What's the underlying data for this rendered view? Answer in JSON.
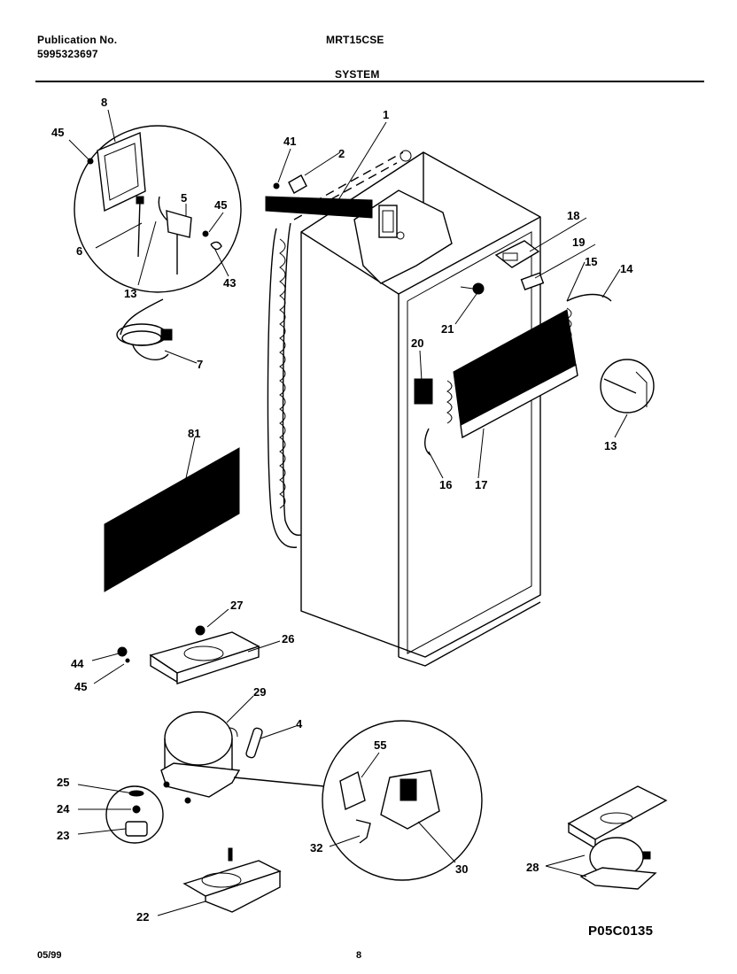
{
  "header": {
    "publication_label": "Publication No.",
    "publication_number": "5995323697",
    "model": "MRT15CSE",
    "section": "SYSTEM"
  },
  "footer": {
    "date": "05/99",
    "page": "8",
    "diagram_code": "P05C0135"
  },
  "callouts": {
    "c1": "1",
    "c2": "2",
    "c4": "4",
    "c5": "5",
    "c6": "6",
    "c7": "7",
    "c8": "8",
    "c13a": "13",
    "c13b": "13",
    "c14": "14",
    "c15": "15",
    "c16": "16",
    "c17": "17",
    "c18": "18",
    "c19": "19",
    "c20": "20",
    "c21": "21",
    "c22": "22",
    "c23": "23",
    "c24": "24",
    "c25": "25",
    "c26": "26",
    "c27": "27",
    "c28": "28",
    "c29": "29",
    "c30": "30",
    "c32": "32",
    "c41": "41",
    "c43": "43",
    "c44": "44",
    "c45a": "45",
    "c45b": "45",
    "c45c": "45",
    "c55": "55",
    "c81": "81"
  }
}
